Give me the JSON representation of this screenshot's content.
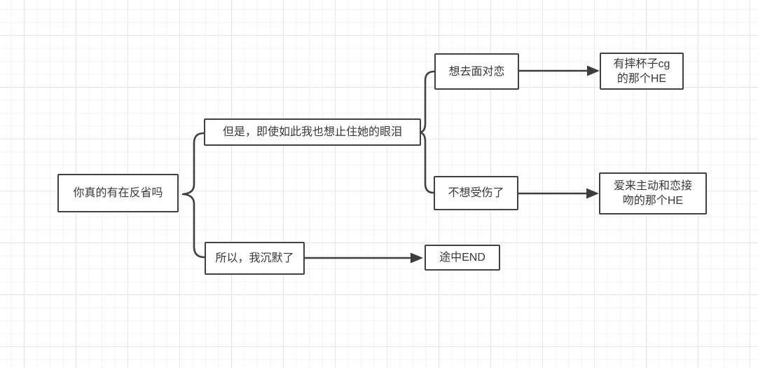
{
  "canvas": {
    "background": "#ffffff",
    "grid_minor_color": "#f3f3f4",
    "grid_major_color": "#e7e7e9",
    "stroke_color": "#414141",
    "text_color": "#383838"
  },
  "nodes": {
    "root": {
      "label": "你真的有在反省吗"
    },
    "stop_tears": {
      "label": "但是，即使如此我也想止住她的眼泪"
    },
    "silent": {
      "label": "所以，我沉默了"
    },
    "face_love": {
      "label": "想去面对恋"
    },
    "no_hurt": {
      "label": "不想受伤了"
    },
    "he_cup": {
      "label": "有摔杯子cg\n的那个HE"
    },
    "he_kiss": {
      "label": "爱来主动和恋接\n吻的那个HE"
    },
    "end_midway": {
      "label": "途中END"
    }
  },
  "edges": [
    {
      "from": "root",
      "to": "stop_tears",
      "connector": "brace"
    },
    {
      "from": "root",
      "to": "silent",
      "connector": "brace"
    },
    {
      "from": "stop_tears",
      "to": "face_love",
      "connector": "brace"
    },
    {
      "from": "stop_tears",
      "to": "no_hurt",
      "connector": "brace"
    },
    {
      "from": "face_love",
      "to": "he_cup",
      "connector": "arrow"
    },
    {
      "from": "no_hurt",
      "to": "he_kiss",
      "connector": "arrow"
    },
    {
      "from": "silent",
      "to": "end_midway",
      "connector": "arrow"
    }
  ]
}
